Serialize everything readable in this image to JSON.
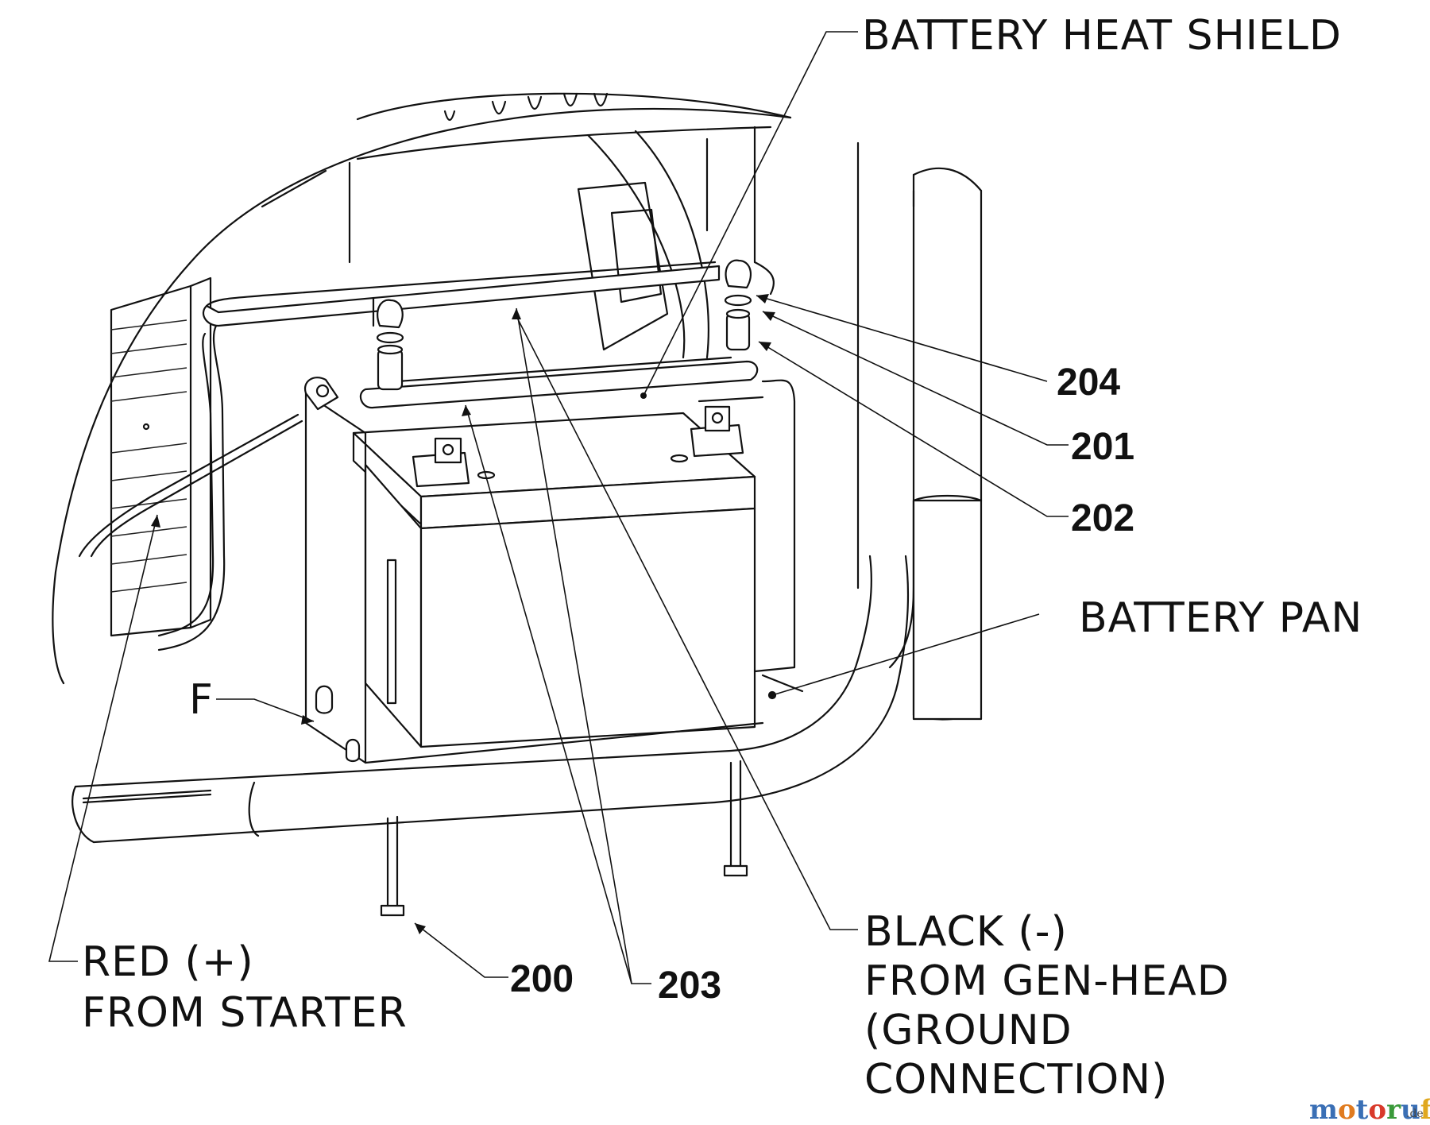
{
  "labels": {
    "battery_heat_shield": "BATTERY HEAT SHIELD",
    "battery_pan": "BATTERY PAN",
    "f": "F",
    "red_line1": "RED (+)",
    "red_line2": "FROM STARTER",
    "black_line1": "BLACK (-)",
    "black_line2": "FROM GEN-HEAD",
    "black_line3": "(GROUND",
    "black_line4": "CONNECTION)"
  },
  "part_numbers": {
    "p204": "204",
    "p201": "201",
    "p202": "202",
    "p200": "200",
    "p203": "203"
  },
  "watermark": {
    "letters": [
      "m",
      "o",
      "t",
      "o",
      "r",
      "u",
      "f"
    ],
    "letter_colors": [
      "#3a6fb5",
      "#e07b1f",
      "#3a6fb5",
      "#d93a2b",
      "#3a9a3a",
      "#3a6fb5",
      "#e0a81f"
    ],
    "suffix": ".de"
  }
}
